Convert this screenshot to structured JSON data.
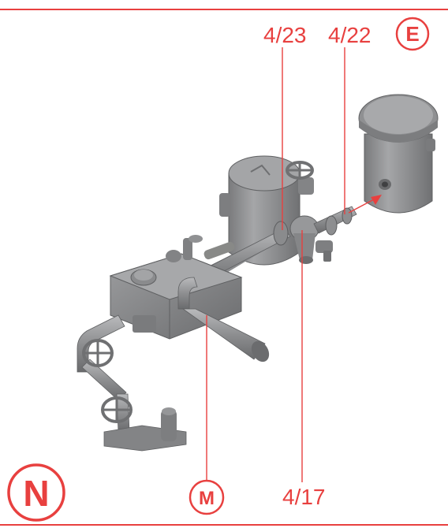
{
  "labels": {
    "part_4_23": "4/23",
    "part_4_22": "4/22",
    "part_4_17": "4/17",
    "callout_e": "E",
    "callout_m": "M",
    "step_n": "N"
  },
  "icons": {
    "step": "circled-letter",
    "arrow": "red-arrow"
  },
  "colors": {
    "accent": "#e8403f",
    "part_gray": "#8c8d8f",
    "part_dark": "#6e6f71",
    "part_light": "#b4b5b7"
  }
}
